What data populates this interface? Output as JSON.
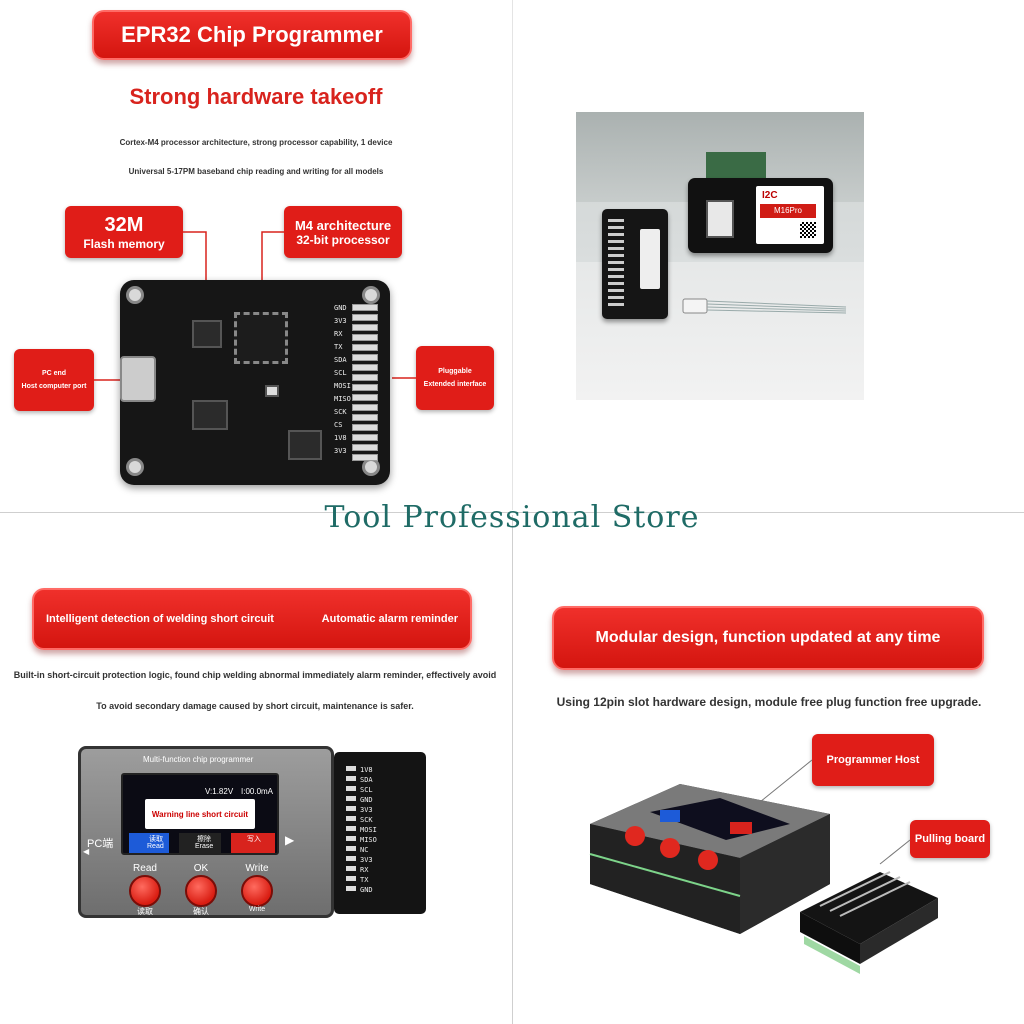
{
  "watermark": "Tool Professional Store",
  "panel_tl": {
    "title": "EPR32 Chip Programmer",
    "subtitle": "Strong hardware takeoff",
    "line1": "Cortex-M4 processor architecture, strong processor capability, 1 device",
    "line2": "Universal 5-17PM baseband chip reading and writing for all models",
    "box_flash_big": "32M",
    "box_flash_small": "Flash memory",
    "box_m4_big": "M4 architecture",
    "box_m4_small": "32-bit processor",
    "box_pc_1": "PC end",
    "box_pc_2": "Host computer port",
    "box_plug_1": "Pluggable",
    "box_plug_2": "Extended interface",
    "pin_labels": [
      "GND",
      "3V3",
      "RX",
      "TX",
      "SDA",
      "SCL",
      "MOSI",
      "MISO",
      "SCK",
      "CS",
      "1V8",
      "3V3"
    ]
  },
  "panel_tr": {
    "logo": "I2C",
    "model": "M16Pro"
  },
  "panel_bl": {
    "pill_left": "Intelligent detection of welding short circuit",
    "pill_right": "Automatic alarm reminder",
    "line1": "Built-in short-circuit protection logic, found chip welding abnormal immediately alarm reminder, effectively avoid",
    "line2": "To avoid secondary damage caused by short circuit, maintenance is safer.",
    "device_title": "Multi-function chip programmer",
    "voltage": "V:1.82V",
    "current": "I:00.0mA",
    "warning": "Warning line short circuit",
    "pc_label": "PC端",
    "btn_read": "Read",
    "btn_ok": "OK",
    "btn_write": "Write",
    "btn_read_cn": "读取",
    "btn_ok_cn": "确认",
    "btn_write_sub": "Write",
    "tile_read": "Read",
    "tile_erase": "Erase",
    "tile_read_cn": "读取",
    "tile_erase_cn": "擦除",
    "tile_write_cn": "写入",
    "board_labels": [
      "1V8",
      "SDA",
      "SCL",
      "GND",
      "3V3",
      "SCK",
      "MOSI",
      "MISO",
      "NC",
      "3V3",
      "RX",
      "TX",
      "GND"
    ]
  },
  "panel_br": {
    "pill": "Modular design, function updated at any time",
    "line1": "Using 12pin slot hardware design, module free plug function free upgrade.",
    "box_host": "Programmer Host",
    "box_board": "Pulling board"
  }
}
